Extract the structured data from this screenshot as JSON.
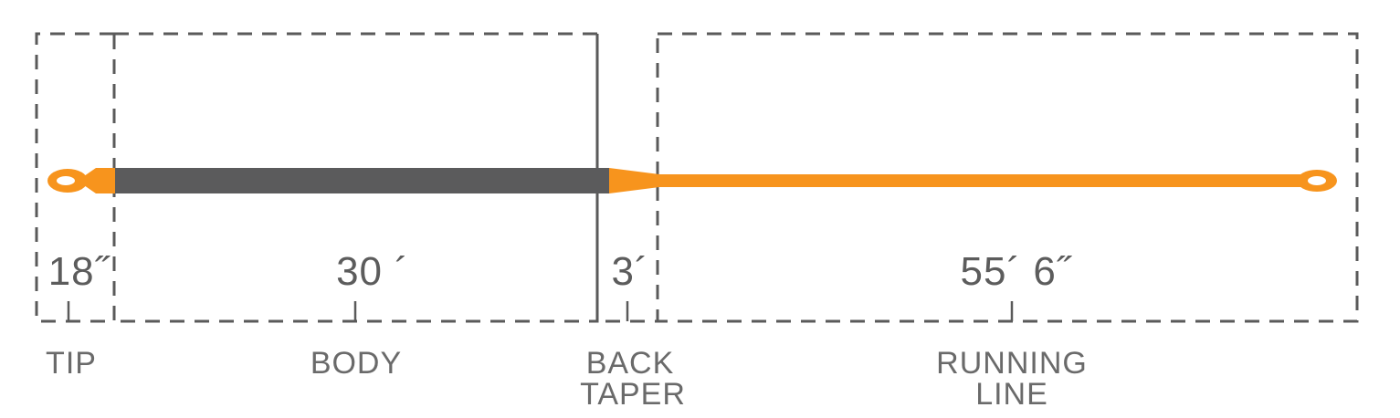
{
  "colors": {
    "line": "#f7941d",
    "body": "#5b5b5c",
    "frame": "#5a5a5a",
    "text": "#6a6a6a",
    "background": "#ffffff"
  },
  "segments": [
    {
      "id": "tip",
      "measure": "18˝",
      "label_lines": [
        "TIP"
      ]
    },
    {
      "id": "body",
      "measure": "30 ´",
      "label_lines": [
        "BODY"
      ]
    },
    {
      "id": "back-taper",
      "measure": "3´",
      "label_lines": [
        "BACK",
        "TAPER"
      ]
    },
    {
      "id": "running-line",
      "measure": "55´ 6˝",
      "label_lines": [
        "RUNNING",
        "LINE"
      ]
    }
  ]
}
